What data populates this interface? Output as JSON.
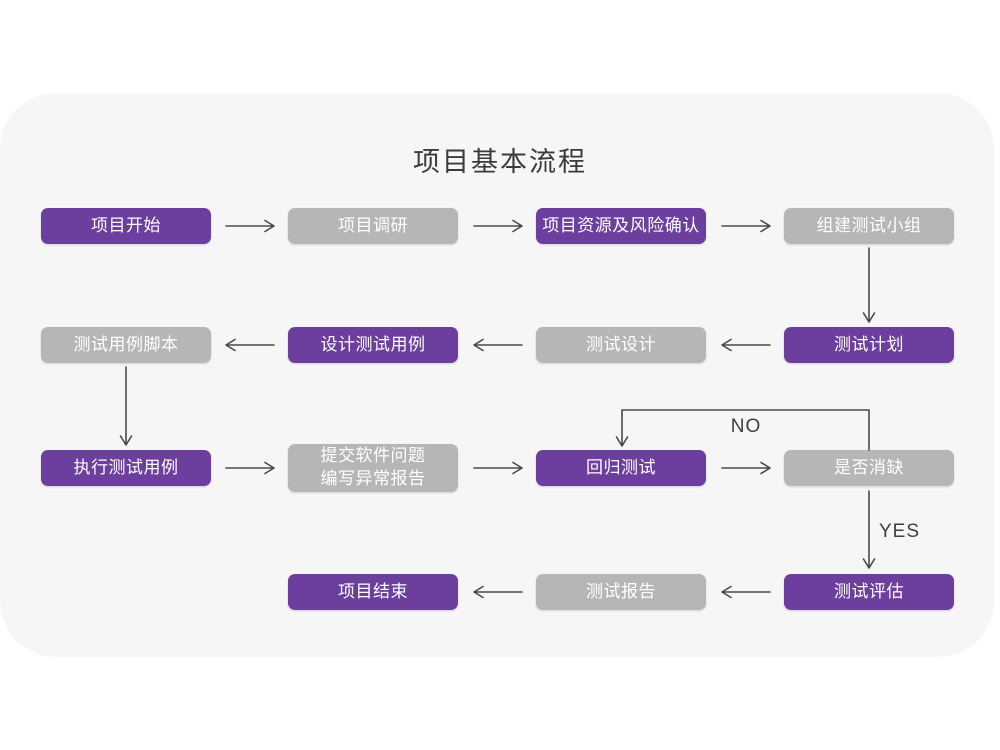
{
  "title": "项目基本流程",
  "labels": {
    "no": "NO",
    "yes": "YES"
  },
  "colors": {
    "purple_box": "#6c3e9e",
    "gray_box": "#b6b6b6",
    "card_background": "#f6f6f7",
    "arrow": "#4a4a4a",
    "title_text": "#3b3b3b"
  },
  "nodes": [
    {
      "id": "project-start",
      "label": "项目开始",
      "variant": "purple"
    },
    {
      "id": "project-research",
      "label": "项目调研",
      "variant": "gray"
    },
    {
      "id": "resources-risk-confirm",
      "label": "项目资源及风险确认",
      "variant": "purple"
    },
    {
      "id": "form-test-team",
      "label": "组建测试小组",
      "variant": "gray"
    },
    {
      "id": "test-plan",
      "label": "测试计划",
      "variant": "purple"
    },
    {
      "id": "test-design",
      "label": "测试设计",
      "variant": "gray"
    },
    {
      "id": "design-test-cases",
      "label": "设计测试用例",
      "variant": "purple"
    },
    {
      "id": "test-case-script",
      "label": "测试用例脚本",
      "variant": "gray"
    },
    {
      "id": "execute-test-cases",
      "label": "执行测试用例",
      "variant": "purple"
    },
    {
      "id": "submit-issues-report",
      "label": "提交软件问题\n编写异常报告",
      "variant": "gray"
    },
    {
      "id": "regression-test",
      "label": "回归测试",
      "variant": "purple"
    },
    {
      "id": "defect-cleared",
      "label": "是否消缺",
      "variant": "gray"
    },
    {
      "id": "test-evaluation",
      "label": "测试评估",
      "variant": "purple"
    },
    {
      "id": "test-report",
      "label": "测试报告",
      "variant": "gray"
    },
    {
      "id": "project-end",
      "label": "项目结束",
      "variant": "purple"
    }
  ]
}
